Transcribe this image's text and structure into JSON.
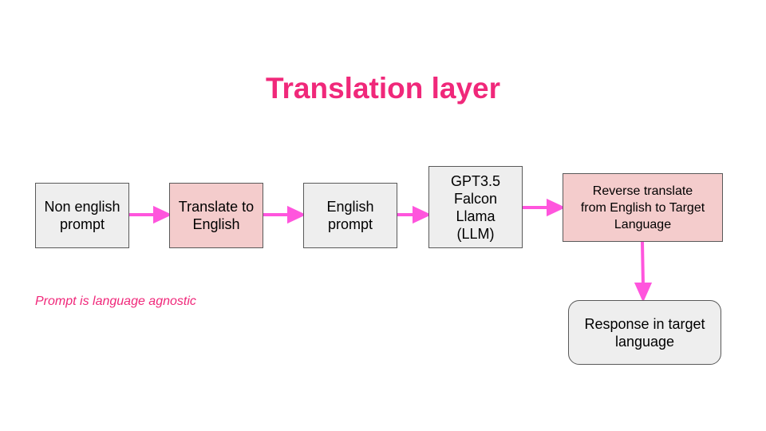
{
  "title": "Translation layer",
  "nodes": [
    {
      "label": "Non english\nprompt"
    },
    {
      "label": "Translate to\nEnglish"
    },
    {
      "label": "English\nprompt"
    },
    {
      "label": "GPT3.5\nFalcon\nLlama\n(LLM)"
    },
    {
      "label": "Reverse translate\nfrom English to Target\nLanguage"
    },
    {
      "label": "Response in target\nlanguage"
    }
  ],
  "note": "Prompt is language agnostic",
  "colors": {
    "accent": "#f0287a",
    "arrow": "#ff55dd",
    "grey": "#eeeeee",
    "pink": "#f4cccc"
  }
}
